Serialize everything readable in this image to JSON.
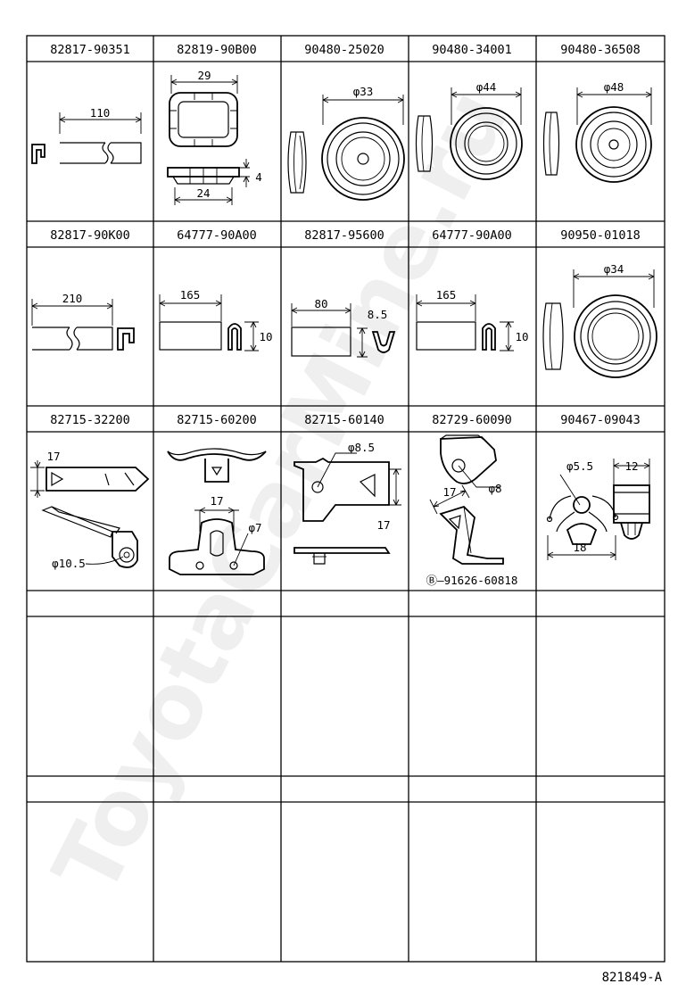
{
  "parts": [
    {
      "part_no": "82817-90351",
      "dims": [
        "110"
      ]
    },
    {
      "part_no": "82819-90B00",
      "dims": [
        "29",
        "24",
        "4"
      ]
    },
    {
      "part_no": "90480-25020",
      "dims": [
        "φ33"
      ]
    },
    {
      "part_no": "90480-34001",
      "dims": [
        "φ44"
      ]
    },
    {
      "part_no": "90480-36508",
      "dims": [
        "φ48"
      ]
    },
    {
      "part_no": "82817-90K00",
      "dims": [
        "210"
      ]
    },
    {
      "part_no": "64777-90A00",
      "dims": [
        "165",
        "10"
      ]
    },
    {
      "part_no": "82817-95600",
      "dims": [
        "80",
        "8.5"
      ]
    },
    {
      "part_no": "64777-90A00",
      "dims": [
        "165",
        "10"
      ]
    },
    {
      "part_no": "90950-01018",
      "dims": [
        "φ34"
      ]
    },
    {
      "part_no": "82715-32200",
      "dims": [
        "17",
        "φ10.5"
      ]
    },
    {
      "part_no": "82715-60200",
      "dims": [
        "17",
        "φ7"
      ]
    },
    {
      "part_no": "82715-60140",
      "dims": [
        "φ8.5",
        "17"
      ]
    },
    {
      "part_no": "82729-60090",
      "dims": [
        "17",
        "φ8",
        "Ⓑ—91626-60818"
      ]
    },
    {
      "part_no": "90467-09043",
      "dims": [
        "φ5.5",
        "12",
        "18"
      ]
    }
  ],
  "watermark": "ToyotaCarMine.ru",
  "drawing_no": "821849-A"
}
